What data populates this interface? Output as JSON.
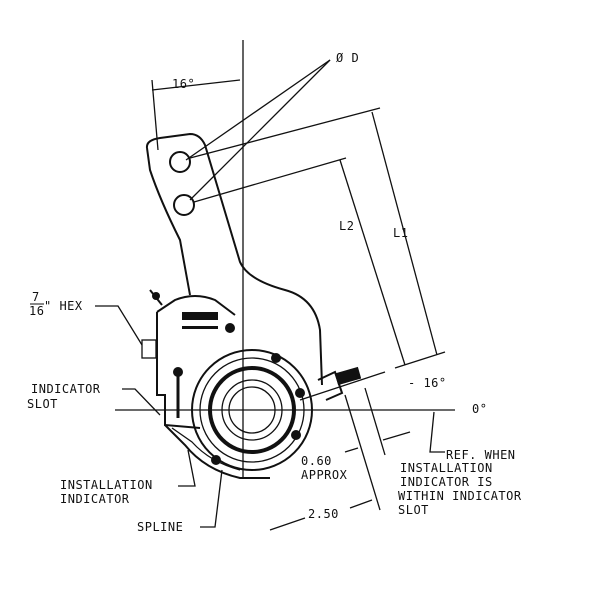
{
  "labels": {
    "angle_top": "16°",
    "diameter": "Ø D",
    "l1": "L1",
    "l2": "L2",
    "hex_fraction_num": "7",
    "hex_fraction_den": "16",
    "hex": "\" HEX",
    "indicator_slot_1": "INDICATOR",
    "indicator_slot_2": "SLOT",
    "installation_indicator_1": "INSTALLATION",
    "installation_indicator_2": "INDICATOR",
    "spline": "SPLINE",
    "minus_16": "- 16°",
    "zero": "0°",
    "approx_val": "0.60",
    "approx": "APPROX",
    "dim_250": "2.50",
    "ref_1": "REF. WHEN",
    "ref_2": "INSTALLATION",
    "ref_3": "INDICATOR IS",
    "ref_4": "WITHIN INDICATOR",
    "ref_5": "SLOT"
  }
}
